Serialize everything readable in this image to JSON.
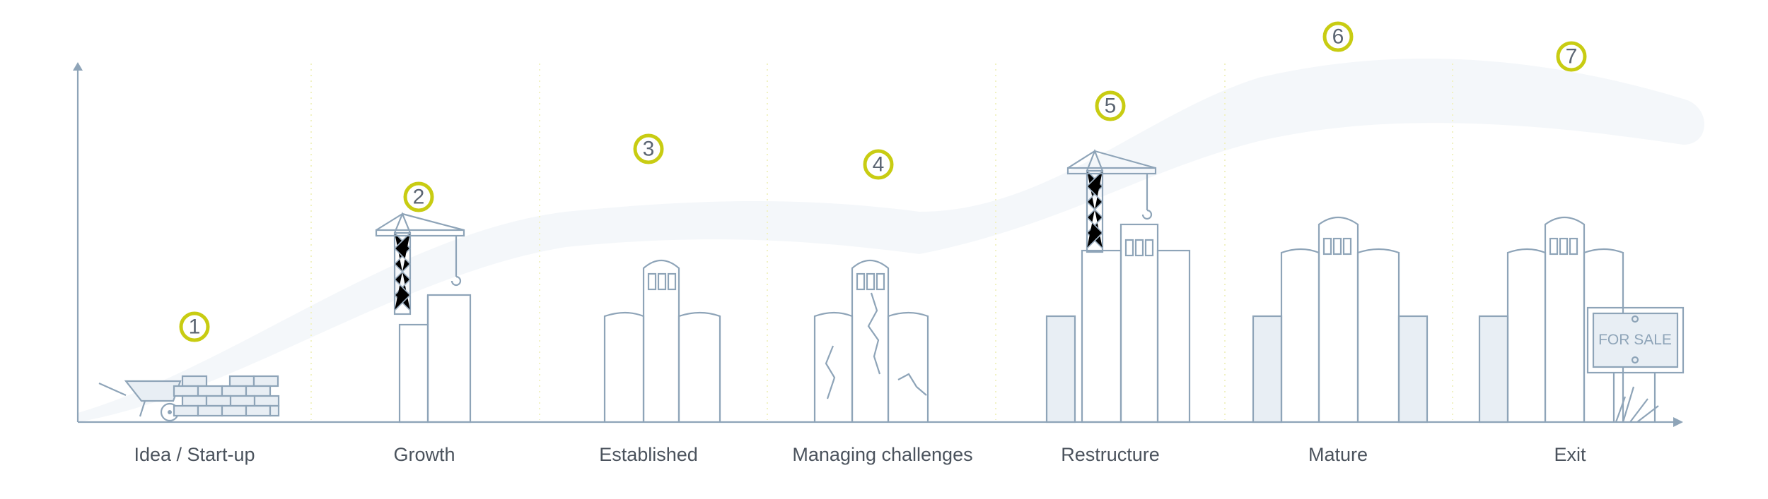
{
  "stages": [
    {
      "number": "1",
      "label": "Idea / Start-up"
    },
    {
      "number": "2",
      "label": "Growth"
    },
    {
      "number": "3",
      "label": "Established"
    },
    {
      "number": "4",
      "label": "Managing challenges"
    },
    {
      "number": "5",
      "label": "Restructure"
    },
    {
      "number": "6",
      "label": "Mature"
    },
    {
      "number": "7",
      "label": "Exit"
    }
  ],
  "sign": {
    "text": "FOR SALE"
  },
  "colors": {
    "badge_ring": "#c8cc12",
    "line": "#8ea4b8",
    "building_fill": "#e8eef4",
    "growth_band": "#f4f7fa",
    "label_text": "#4b535d"
  }
}
